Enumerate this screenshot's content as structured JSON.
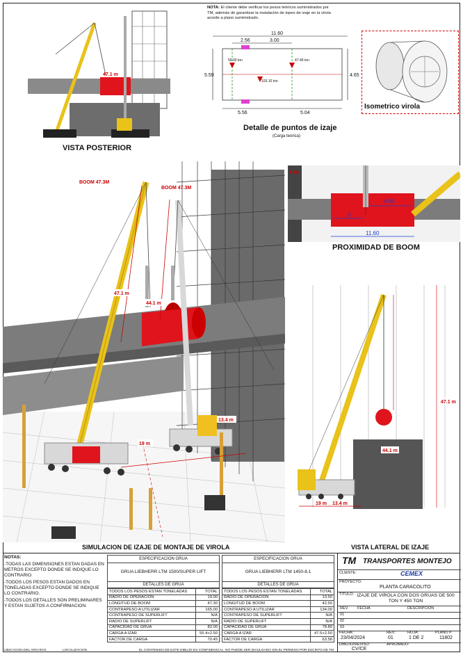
{
  "top_note": {
    "label": "NOTA:",
    "text": "El cliente debe verificar los pesos teóricos suministrados por TM, además de garantizar la instalación de topes de izaje en la virola acorde a plano suministrado."
  },
  "views": {
    "rear_view_title": "VISTA POSTERIOR",
    "lift_points_title": "Detalle de puntos de izaje",
    "lift_points_subtitle": "(Carga teorica)",
    "isometric_title": "Isometrico virola",
    "boom_proximity_title": "PROXIMIDAD DE BOOM",
    "simulation_title": "SIMULACION DE IZAJE DE MONTAJE DE VIROLA",
    "side_view_title": "VISTA LATERAL DE IZAJE"
  },
  "lift_detail": {
    "total_length": "11.60",
    "dim_a": "2.56",
    "dim_b": "3.00",
    "height_left": "5.59",
    "height_right": "4.65",
    "bottom_left": "5.56",
    "bottom_right": "5.04",
    "load_1": "55.00 ton",
    "load_2": "47.49 ton",
    "load_center": "103.10 ton"
  },
  "simulation_labels": {
    "boom_a": "BOOM 47.3M",
    "boom_b": "BOOM 47.3M",
    "len_a": "47.1 m",
    "len_b": "44.1 m",
    "radius_a": "19 m",
    "radius_b": "13.4 m"
  },
  "proximity_labels": {
    "top": "4 m",
    "gap": "4.66",
    "short": "5",
    "length": "11.60"
  },
  "side_labels": {
    "len_a": "44.1 m",
    "len_b": "47.1 m",
    "radius_a": "19 m",
    "radius_b": "13.4 m"
  },
  "notes": {
    "title": "NOTAS:",
    "items": [
      "-TODAS LAS DIMENSIONES ESTAN DADAS EN METROS EXCEPTO DONDE SE INDIQUE LO CONTRARIO.",
      "-TODOS LOS PESOS ESTAN DADOS EN TONELADAS EXCEPTO DONDE SE INDIQUE LO CONTRARIO.",
      "-TODOS LOS DETALLES SON PRELIMINARES Y ESTAN SUJETOS A CONFIRMACION."
    ]
  },
  "spec_1": {
    "header": "ESPECIFICACION GRUA",
    "crane": "GRUA LIEBHERR LTM 1500/SUPER LIFT",
    "details_header": "DETALLES DE GRUA",
    "col_left": "TODOS LOS PESOS ESTAN TONELADAS",
    "col_right": "TOTAL",
    "rows": [
      {
        "label": "RADIO DE OPERACION",
        "value": "19.00"
      },
      {
        "label": "LONGITUD DE BOOM",
        "value": "47.30"
      },
      {
        "label": "CONTRAPESO A UTILIZAR",
        "value": "165.00"
      },
      {
        "label": "CONTRAPESO DE SUPERLIFT",
        "value": "N/A"
      },
      {
        "label": "RADIO DE SUPERLIFT",
        "value": "N/A"
      },
      {
        "label": "CAPACIDAD DE GRUA",
        "value": "82.00"
      },
      {
        "label": "CARGA A IZAR",
        "value": "55.4+2.50"
      },
      {
        "label": "FACTOR DE CARGA",
        "value": "70.45"
      }
    ]
  },
  "spec_2": {
    "header": "ESPECIFICACION GRUA",
    "crane": "GRUA LIEBHERR LTM 1450-8.1",
    "details_header": "DETALLES DE GRUA",
    "col_left": "TODOS LOS PESOS ESTAN TONELADAS",
    "col_right": "TOTAL",
    "rows": [
      {
        "label": "RADIO DE OPERACION",
        "value": "13.50"
      },
      {
        "label": "LONGITUD DE BOOM",
        "value": "42.50"
      },
      {
        "label": "CONTRAPESO A UTILIZAR",
        "value": "134.00"
      },
      {
        "label": "CONTRAPESO DE SUPERLIFT",
        "value": "N/A"
      },
      {
        "label": "RADIO DE SUPERLIFT",
        "value": "N/A"
      },
      {
        "label": "CAPACIDAD DE GRUA",
        "value": "78.80"
      },
      {
        "label": "CARGA A IZAR",
        "value": "47.5+2.50"
      },
      {
        "label": "FACTOR DE CARGA",
        "value": "63.58"
      }
    ]
  },
  "title_block": {
    "company": "TRANSPORTES MONTEJO",
    "logo_initials": "TM",
    "client_label": "CLIENTE:",
    "client_logo": "CEMEX",
    "project_label": "PROYECTO:",
    "project": "PLANTA CARACOLITO",
    "title_label": "TITULO:",
    "title": "IZAJE DE VIROLA CON DOS GRUAS DE 500 TON Y 450 TON",
    "rev_header": "REV.",
    "date_header": "FECHA",
    "desc_header": "DESCRIPCION",
    "revisions": [
      "01",
      "02",
      "03"
    ],
    "date_label": "FECHA:",
    "date": "23/04/2024",
    "rev_label": "REV:",
    "rev": "01",
    "sheet_label": "HOJA:",
    "sheet": "1 DE 2",
    "plan_label": "PLANO #",
    "plan": "11802",
    "drawn_label": "DIBUJO/REVISO:",
    "drawn": "CV/CE",
    "approved_label": "APROBADO:"
  },
  "footer": {
    "file_label": "UBICACION DEL ARCHIVO:",
    "location_label": "LOCALIZACION",
    "confidential": "EL CONTENIDO DE ESTE DIBUJO ES CONFIDENCIAL. NO PUEDE SER DIVULGADO SIN EL PERMISO POR ESCRITO DE TM"
  },
  "colors": {
    "boom_yellow": "#e9c21a",
    "virola_red": "#e0141c",
    "pipe_gray": "#7c7c7c",
    "structure_gray": "#6a6a6a",
    "dim_red": "#cc0000"
  }
}
